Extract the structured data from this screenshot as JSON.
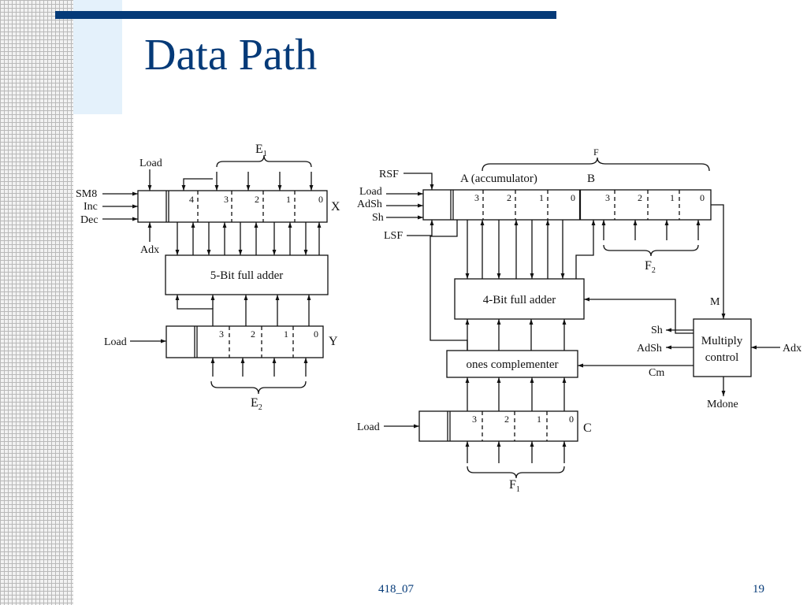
{
  "slide": {
    "title": "Data Path",
    "footer_code": "418_07",
    "page_number": "19",
    "title_color": "#053a78"
  },
  "left_diagram": {
    "inputs": [
      "SM8",
      "Inc",
      "Dec"
    ],
    "load": "Load",
    "adx": "Adx",
    "x_bits": [
      "4",
      "3",
      "2",
      "1",
      "0"
    ],
    "x_name": "X",
    "adder": "5-Bit full adder",
    "y_load": "Load",
    "y_bits": [
      "3",
      "2",
      "1",
      "0"
    ],
    "y_name": "Y",
    "e1": {
      "base": "E",
      "sub": "1"
    },
    "e2": {
      "base": "E",
      "sub": "2"
    }
  },
  "right_diagram": {
    "f_label": "F",
    "rsf": "RSF",
    "inputs": [
      "Load",
      "AdSh",
      "Sh"
    ],
    "lsf": "LSF",
    "acc_label": "A (accumulator)",
    "b_label": "B",
    "a_bits": [
      "3",
      "2",
      "1",
      "0"
    ],
    "b_bits": [
      "3",
      "2",
      "1",
      "0"
    ],
    "f2": {
      "base": "F",
      "sub": "2"
    },
    "m_label": "M",
    "adder": "4-Bit full adder",
    "complementer": "ones complementer",
    "control": [
      "Multiply",
      "control"
    ],
    "sh": "Sh",
    "adsh": "AdSh",
    "adx": "Adx",
    "cm": "Cm",
    "mdone": "Mdone",
    "c_load": "Load",
    "c_bits": [
      "3",
      "2",
      "1",
      "0"
    ],
    "c_name": "C",
    "f1": {
      "base": "F",
      "sub": "1"
    }
  }
}
